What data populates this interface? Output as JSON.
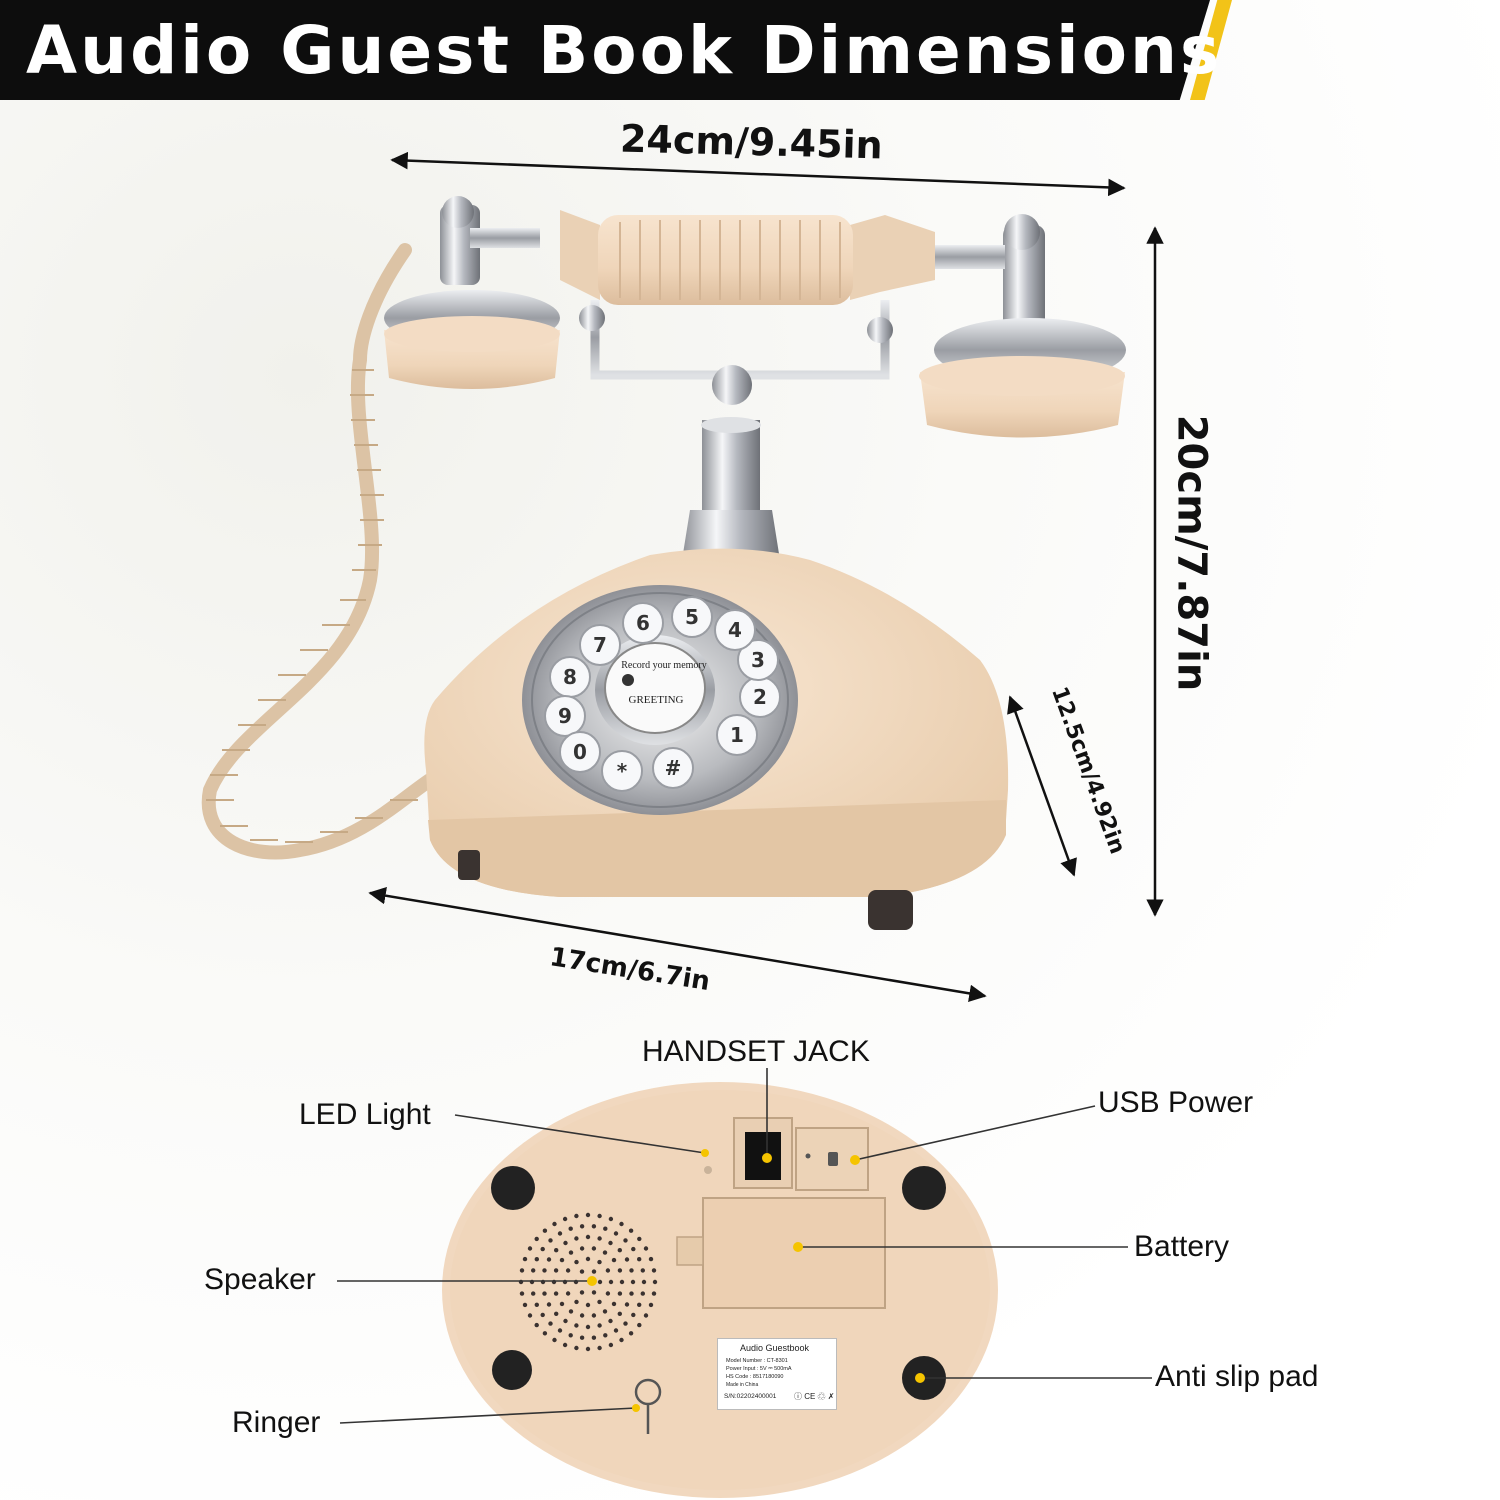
{
  "title": "Audio Guest Book Dimensions",
  "dimensions": {
    "width": "24cm/9.45in",
    "height": "20cm/7.87in",
    "depth": "12.5cm/4.92in",
    "base": "17cm/6.7in"
  },
  "dial": {
    "keys": [
      "1",
      "2",
      "3",
      "4",
      "5",
      "6",
      "7",
      "8",
      "9",
      "0",
      "*",
      "#"
    ],
    "center_top": "Record your memory",
    "center_bottom": "GREETING"
  },
  "callouts": {
    "handset_jack": "HANDSET JACK",
    "led_light": "LED Light",
    "usb_power": "USB Power",
    "battery": "Battery",
    "speaker": "Speaker",
    "anti_slip_pad": "Anti slip pad",
    "ringer": "Ringer"
  },
  "plate": {
    "title": "Audio Guestbook",
    "model": "Model Number : CT-8301",
    "power": "Power Input : 5V ⎓ 500mA",
    "hs": "HS Code : 8517180090",
    "origin": "Made in China",
    "serial": "S/N:02202400001",
    "marks": "ⓘ CE ♲ ✗"
  },
  "colors": {
    "banner": "#0d0d0d",
    "accent": "#f2c318",
    "body": "#f1d9bf",
    "chrome": "#c9cbd0",
    "marker": "#f5c400"
  }
}
